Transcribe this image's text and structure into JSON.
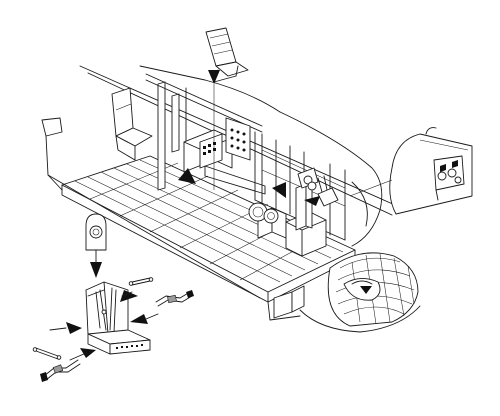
{
  "figure": {
    "kind": "assembly-instruction-drawing",
    "subject": "aircraft-cockpit-interior",
    "colors": {
      "line": "#1a1a1a",
      "arrow": "#111111",
      "background": "#ffffff"
    },
    "callout_arrows": 9
  }
}
